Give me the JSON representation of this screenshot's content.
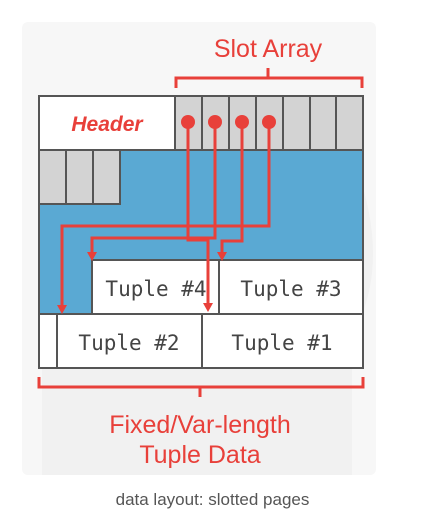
{
  "diagram": {
    "slot_array_label": "Slot Array",
    "header_label": "Header",
    "tuples": {
      "t4": "Tuple #4",
      "t3": "Tuple #3",
      "t2": "Tuple #2",
      "t1": "Tuple #1"
    },
    "bottom_label_line1": "Fixed/Var-length",
    "bottom_label_line2": "Tuple Data"
  },
  "caption": "data layout: slotted pages",
  "colors": {
    "accent_red": "#e8403a",
    "page_blue": "#5aa9d3",
    "slot_gray": "#d3d3d3",
    "outline": "#555555",
    "background": "#f7f7f7"
  }
}
